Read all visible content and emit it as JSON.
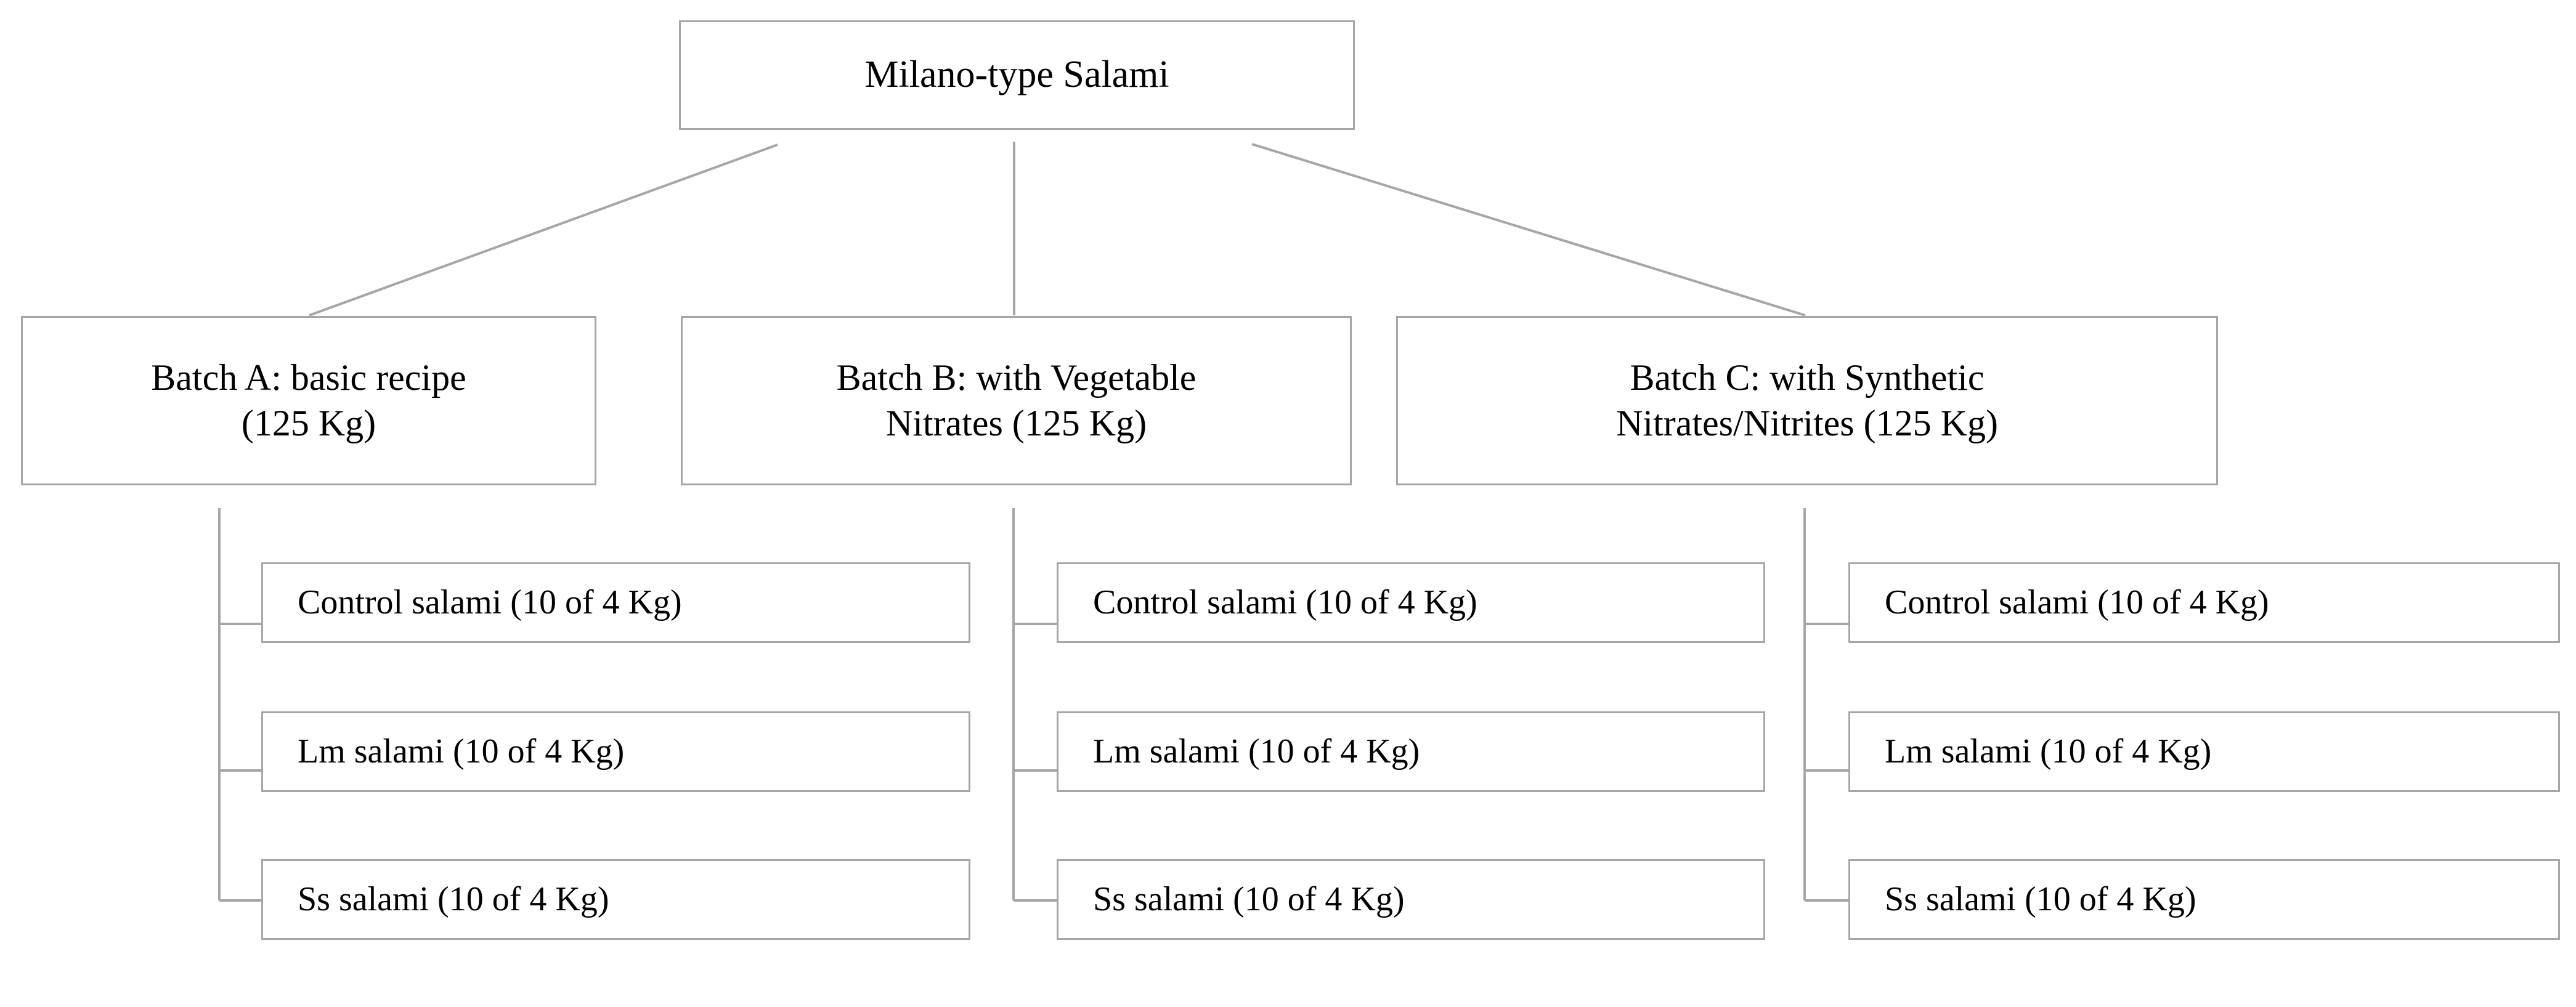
{
  "diagram": {
    "type": "flowchart-tree",
    "title": "Milano-type Salami experimental design",
    "colors": {
      "box_border": "#a6a6a6",
      "connector": "#a6a6a6",
      "text": "#000000",
      "background": "#ffffff"
    },
    "root": {
      "label": "Milano-type Salami"
    },
    "batches": [
      {
        "id": "batch-a",
        "line1": "Batch A: basic recipe",
        "line2": "(125 Kg)",
        "children": [
          {
            "label": "Control salami (10 of 4 Kg)"
          },
          {
            "label": "Lm salami (10 of 4 Kg)"
          },
          {
            "label": "Ss salami (10 of 4 Kg)"
          }
        ]
      },
      {
        "id": "batch-b",
        "line1": "Batch B: with Vegetable",
        "line2": "Nitrates (125 Kg)",
        "children": [
          {
            "label": "Control salami (10 of 4 Kg)"
          },
          {
            "label": "Lm salami (10 of 4 Kg)"
          },
          {
            "label": "Ss salami (10 of 4 Kg)"
          }
        ]
      },
      {
        "id": "batch-c",
        "line1": "Batch C: with Synthetic",
        "line2": "Nitrates/Nitrites (125 Kg)",
        "children": [
          {
            "label": "Control salami (10 of 4 Kg)"
          },
          {
            "label": "Lm salami (10 of 4 Kg)"
          },
          {
            "label": "Ss salami (10 of 4 Kg)"
          }
        ]
      }
    ]
  }
}
